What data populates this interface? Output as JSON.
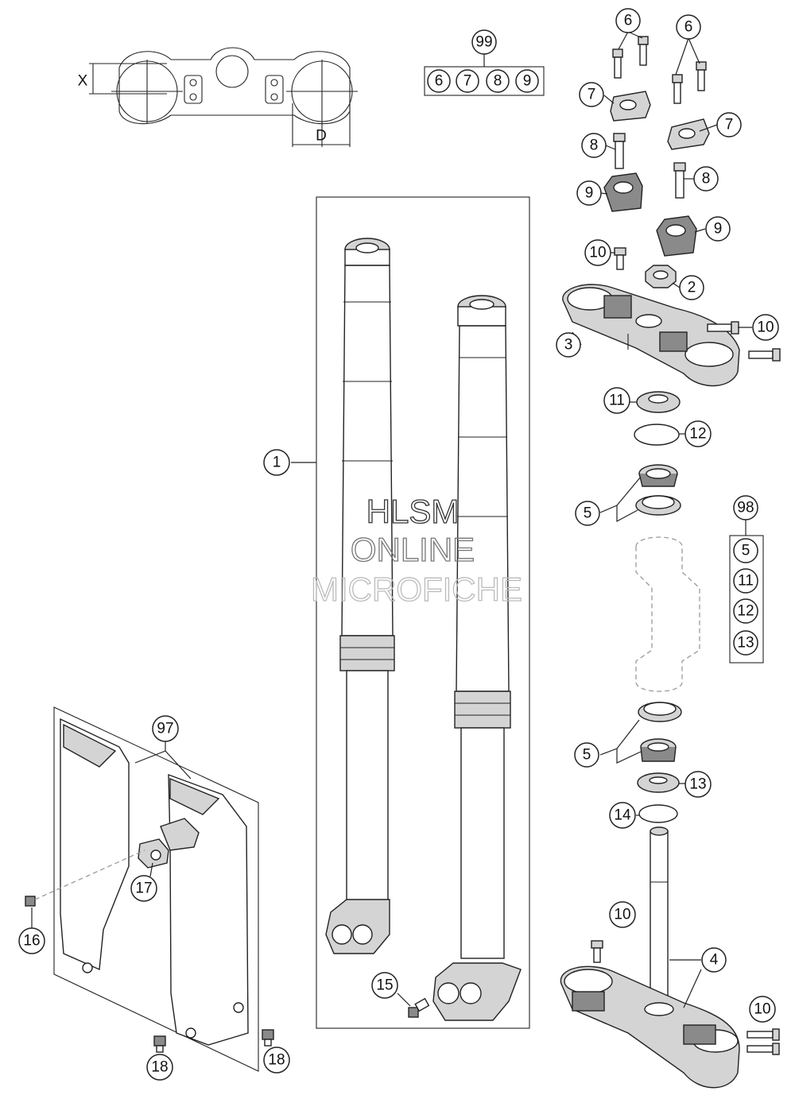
{
  "callouts": {
    "c1": "1",
    "c2": "2",
    "c3": "3",
    "c4": "4",
    "c5a": "5",
    "c5b": "5",
    "c6a": "6",
    "c6b": "6",
    "c7a": "7",
    "c7b": "7",
    "c8a": "8",
    "c8b": "8",
    "c9a": "9",
    "c9b": "9",
    "c10a": "10",
    "c10b": "10",
    "c10c": "10",
    "c10d": "10",
    "c11": "11",
    "c12": "12",
    "c13": "13",
    "c14": "14",
    "c15": "15",
    "c16": "16",
    "c17": "17",
    "c18a": "18",
    "c18b": "18",
    "c97": "97",
    "c98": "98",
    "c99": "99"
  },
  "kit_99": {
    "label": "99",
    "items": [
      "6",
      "7",
      "8",
      "9"
    ]
  },
  "kit_98": {
    "label": "98",
    "items": [
      "5",
      "11",
      "12",
      "13"
    ]
  },
  "dimensions": {
    "x_label": "X",
    "d_label": "D"
  },
  "watermark": {
    "line1": "HLSM",
    "line2": "ONLINE",
    "line3": "MICROFICHE"
  }
}
